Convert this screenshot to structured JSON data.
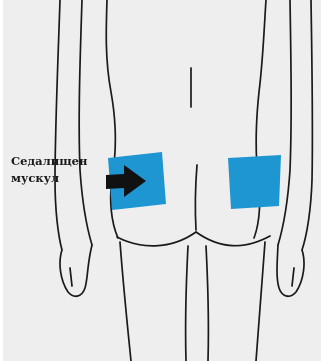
{
  "annotation": {
    "label_line1": "Седалищен",
    "label_line2": "мускул"
  },
  "colors": {
    "background": "#eeeeee",
    "outline": "#1a1a1a",
    "injection_site": "#1e96d2",
    "arrow": "#111111"
  },
  "icons": {
    "arrow": "arrow-right-icon",
    "injection_site_left": "injection-site-left",
    "injection_site_right": "injection-site-right"
  }
}
